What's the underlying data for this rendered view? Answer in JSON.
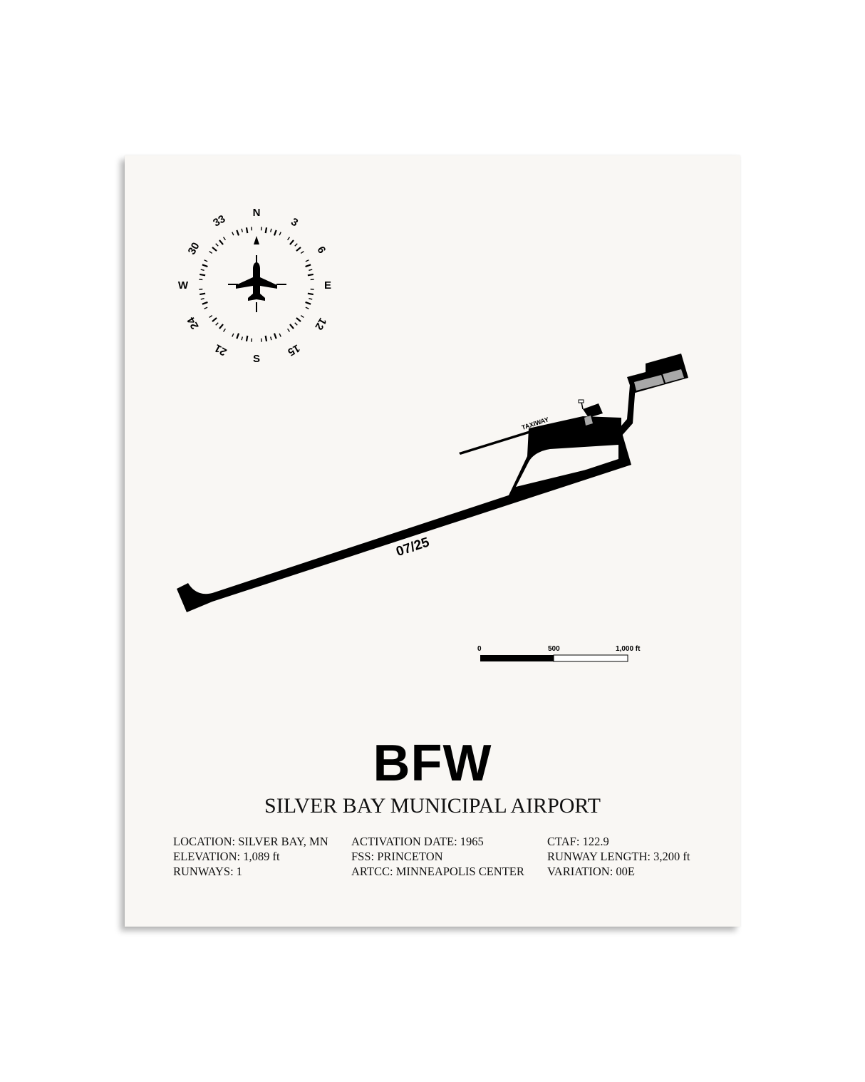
{
  "poster": {
    "code": "BFW",
    "name": "SILVER BAY MUNICIPAL AIRPORT"
  },
  "compass": {
    "labels": {
      "n": "N",
      "e": "E",
      "s": "S",
      "w": "W",
      "h3": "3",
      "h6": "6",
      "h12": "12",
      "h15": "15",
      "h21": "21",
      "h24": "24",
      "h30": "30",
      "h33": "33"
    },
    "icon": "airplane-icon"
  },
  "map": {
    "runway_label": "07/25",
    "taxiway_label": "TAXIWAY",
    "pavement_color": "#000000",
    "building_color": "#a8a8a8"
  },
  "scale": {
    "label_0": "0",
    "label_mid": "500",
    "label_max": "1,000 ft"
  },
  "info": {
    "col1": [
      {
        "label": "LOCATION",
        "value": "SILVER BAY, MN"
      },
      {
        "label": "ELEVATION",
        "value": "1,089 ft"
      },
      {
        "label": "RUNWAYS",
        "value": "1"
      }
    ],
    "col2": [
      {
        "label": "ACTIVATION DATE",
        "value": "1965"
      },
      {
        "label": "FSS",
        "value": "PRINCETON"
      },
      {
        "label": "ARTCC",
        "value": "MINNEAPOLIS CENTER"
      }
    ],
    "col3": [
      {
        "label": "CTAF",
        "value": "122.9"
      },
      {
        "label": "RUNWAY LENGTH",
        "value": "3,200 ft"
      },
      {
        "label": "VARIATION",
        "value": "00E"
      }
    ]
  }
}
